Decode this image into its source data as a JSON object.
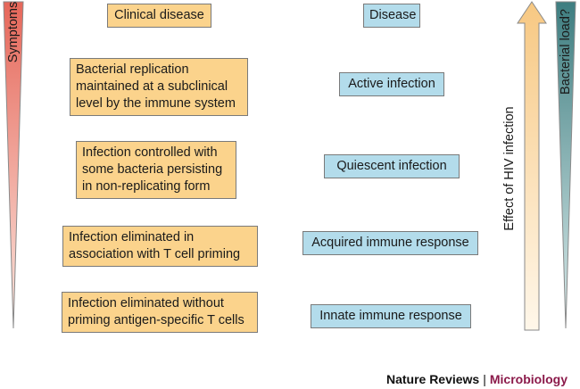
{
  "left_column": {
    "header": "Clinical disease",
    "items": [
      "Bacterial replication\nmaintained at a subclinical\nlevel by the immune system",
      "Infection controlled with\nsome bacteria persisting\nin non-replicating form",
      "Infection eliminated in\nassociation with T cell priming",
      "Infection eliminated without\npriming antigen-specific T cells"
    ]
  },
  "right_column": {
    "header": "Disease",
    "items": [
      "Active infection",
      "Quiescent infection",
      "Acquired immune response",
      "Innate immune response"
    ]
  },
  "wedges": {
    "symptoms_label": "Symptoms",
    "bacterial_load_label": "Bacterial load?"
  },
  "arrow": {
    "label": "Effect of HIV infection"
  },
  "footer": {
    "journal": "Nature Reviews",
    "separator": "|",
    "section": "Microbiology"
  },
  "colors": {
    "orange_box": "#fbd38c",
    "blue_box": "#b3dceb",
    "symptoms_wedge": "#e6675a",
    "bacterial_load_wedge": "#3e7d80",
    "arrow": "#f7c882",
    "footer_section": "#8b1a4a"
  }
}
